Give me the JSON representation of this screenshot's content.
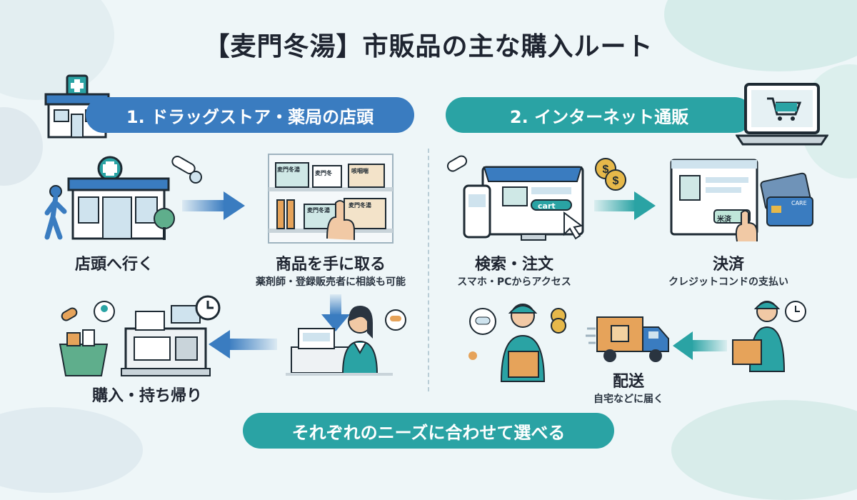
{
  "title": "【麦門冬湯】市販品の主な購入ルート",
  "route_store": {
    "heading": "1. ドラッグストア・薬局の店頭",
    "step1": "店頭へ行く",
    "step2": "商品を手に取る",
    "step2_sub": "薬剤師・登録販売者に相談も可能",
    "step3": "購入・持ち帰り",
    "box_labels": [
      "麦門冬湯",
      "麦門冬",
      "咳咽喘",
      "麦門冬湯",
      "麦門冬湯"
    ]
  },
  "route_online": {
    "heading": "2. インターネット通販",
    "step1": "検索・注文",
    "step1_sub": "スマホ・PCからアクセス",
    "step2": "決済",
    "step2_sub": "クレジットコンドの支払い",
    "step3": "配送",
    "step3_sub": "自宅などに届く",
    "cart_label": "cart",
    "pay_button": "米済",
    "card_text": "CARE"
  },
  "footer": "それぞれのニーズに合わせて選べる",
  "colors": {
    "blue": "#3a7cc0",
    "teal": "#2aa3a4",
    "bg": "#eef6f8"
  }
}
